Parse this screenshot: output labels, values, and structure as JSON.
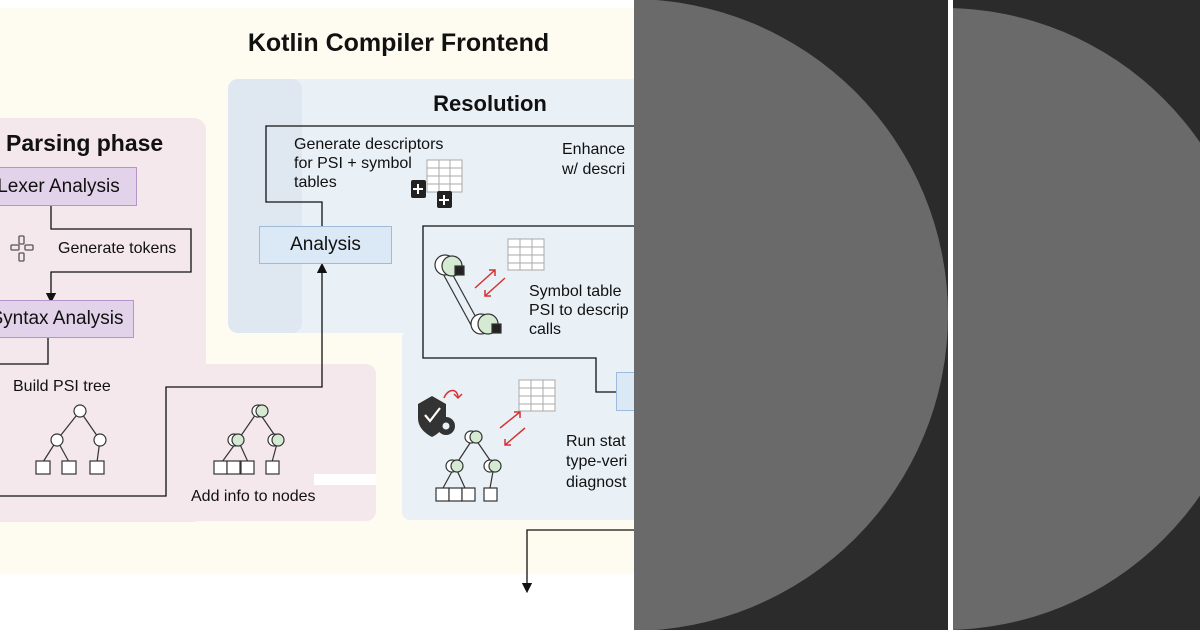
{
  "title": "Kotlin Compiler Frontend",
  "parsing": {
    "title": "Parsing phase",
    "lexer_label": "Lexer Analysis",
    "tokens_label": "Generate tokens",
    "syntax_label": "Syntax Analysis",
    "psi_label": "Build PSI tree",
    "info_label": "Add info to nodes"
  },
  "resolution": {
    "title": "Resolution",
    "descriptors_label": [
      "Generate descriptors",
      "for PSI + symbol",
      "tables"
    ],
    "enhance_label": [
      "Enhance",
      "w/ descri"
    ],
    "analysis_label": "Analysis",
    "symbol_label": [
      "Symbol table",
      "PSI to descrip",
      "calls"
    ],
    "run_label": [
      "Run stat",
      "type-veri",
      "diagnost"
    ]
  },
  "colors": {
    "frontend_bg": "#fefcf0",
    "parsing_bg": "#f4e8ec",
    "resolution_bg": "#e9f0f6",
    "lexer_box": "#e3d3ea",
    "analysis_box": "#dbe8f6",
    "node_green": "#d5ead2",
    "arrow_red": "#d63333",
    "overlay_dark": "#2b2b2b",
    "overlay_disc": "#6a6a6a"
  },
  "icons": [
    "tokens-icon",
    "tree-icon",
    "table-icon",
    "add-document-icon",
    "shield-gear-icon",
    "sync-arrows-icon"
  ]
}
